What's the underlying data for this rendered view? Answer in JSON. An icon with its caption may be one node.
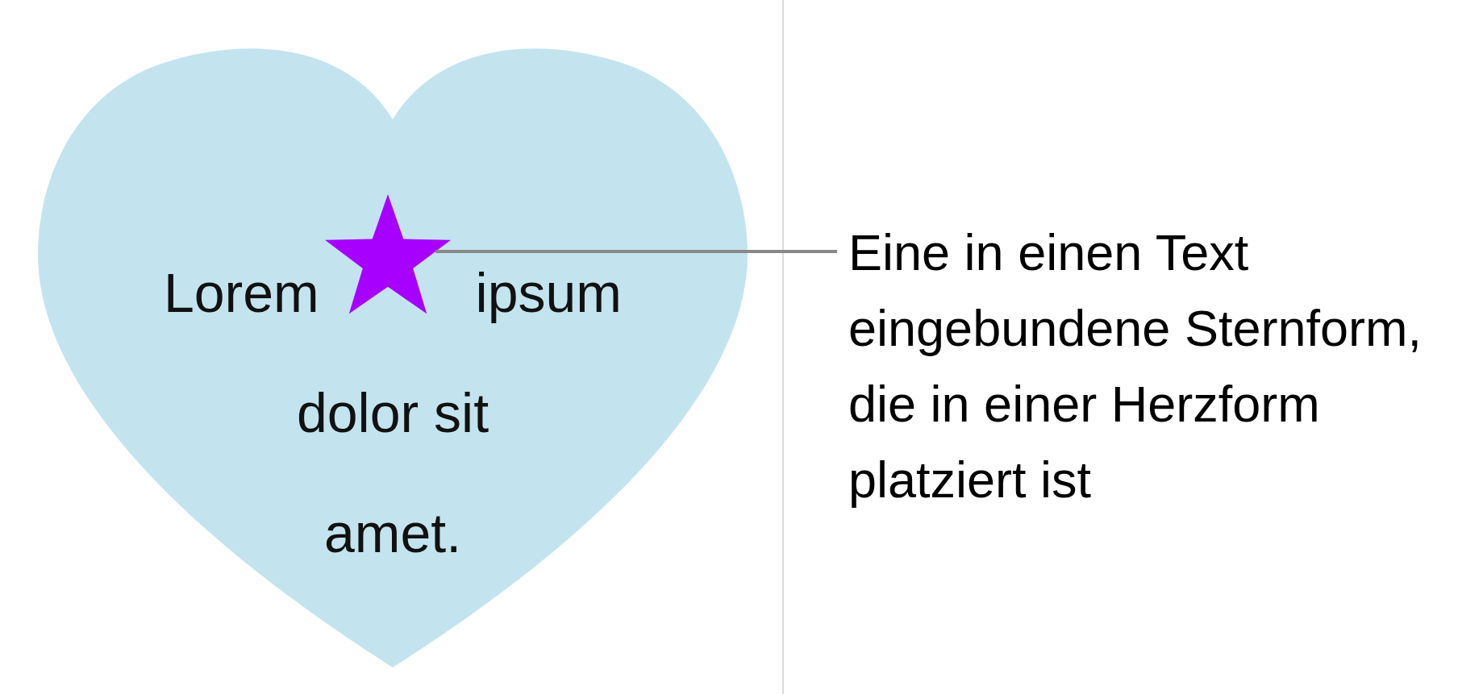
{
  "diagram": {
    "nodes": [
      {
        "text": [
          "Lorem ipsum dolor sit amet."
        ]
      },
      {
        "text": [],
        "shape": "star",
        "in": 0
      },
      {
        "text": [
          "Eine in einen Text eingebundene Sternform, die in einer Herzform platziert ist"
        ]
      }
    ],
    "edges": [
      {
        "from": 2,
        "to": 1,
        "arrow": "none"
      }
    ]
  }
}
